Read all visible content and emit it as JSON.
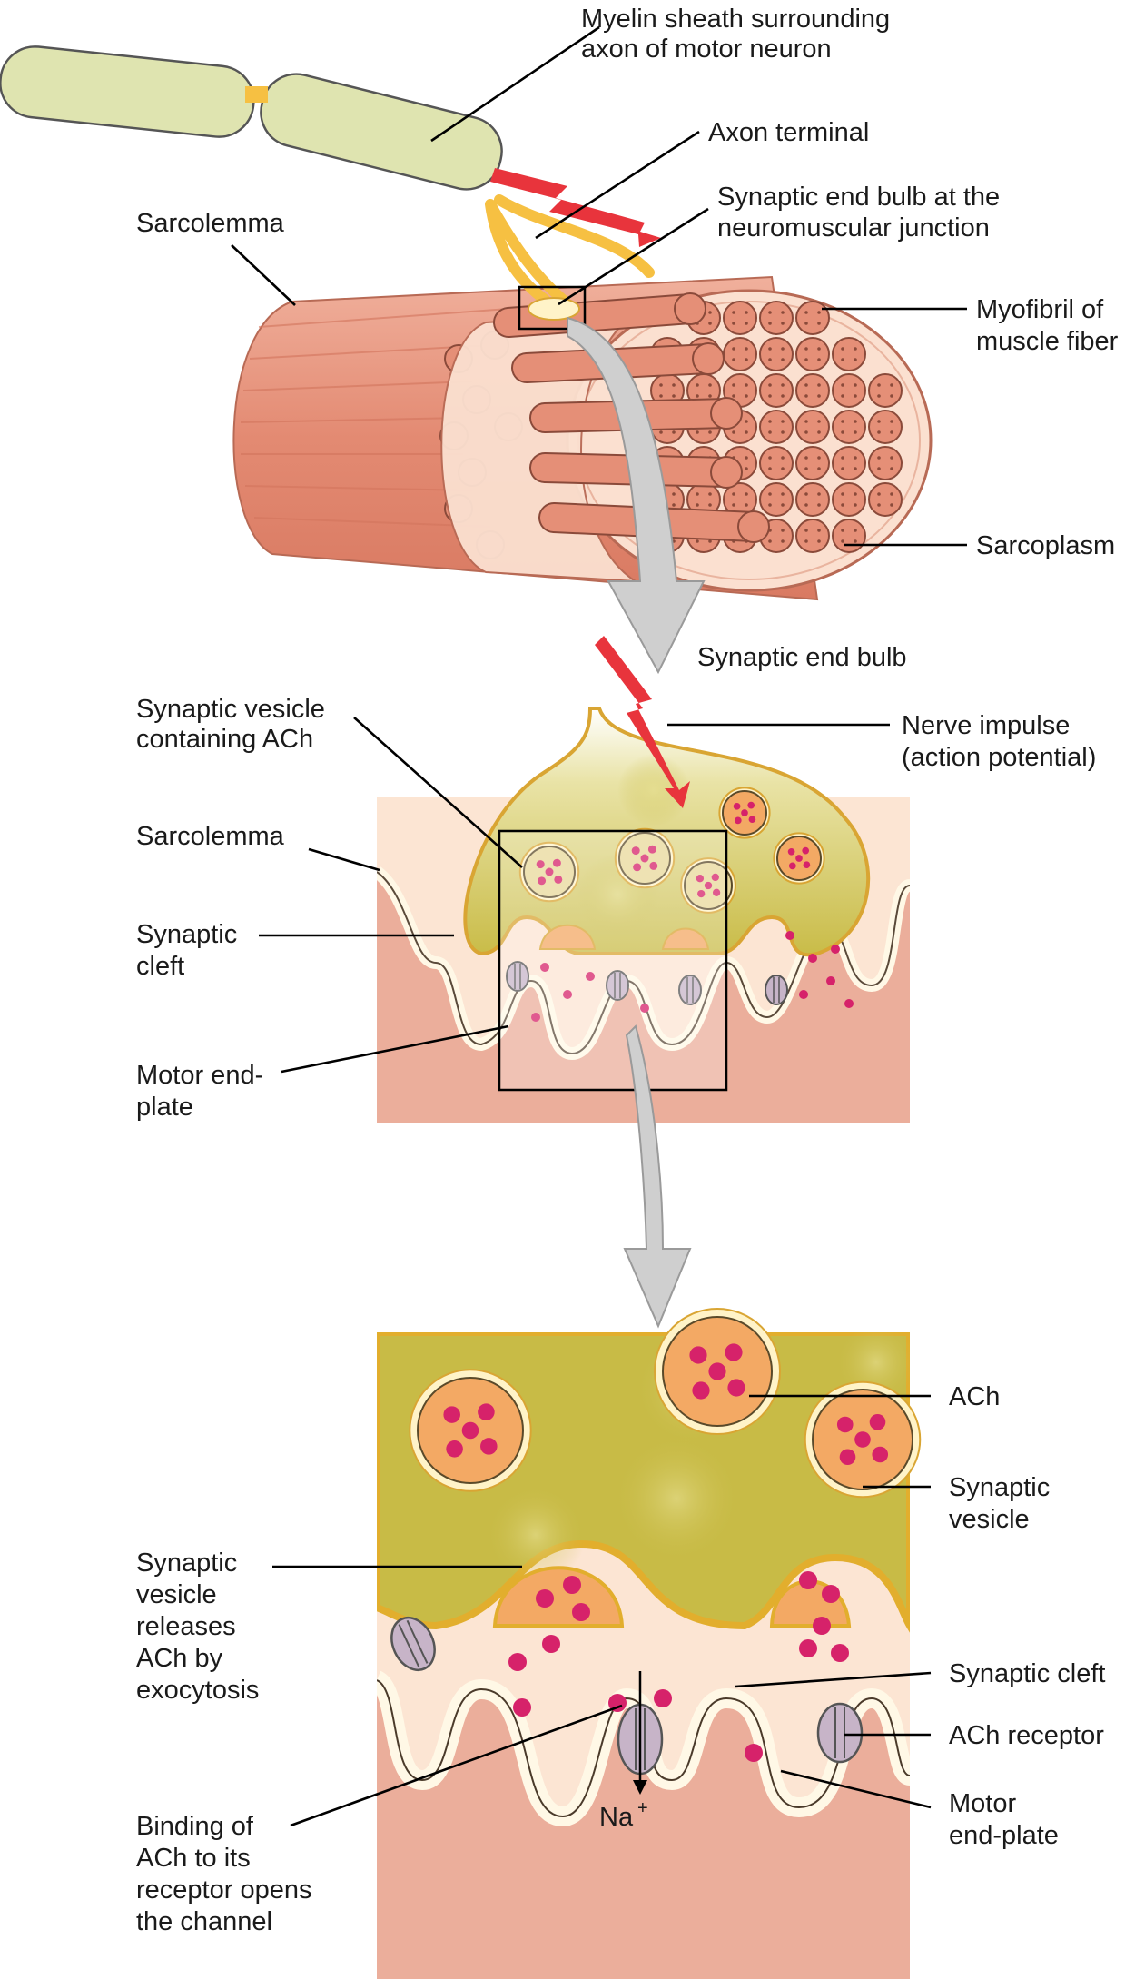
{
  "top_panel": {
    "labels": {
      "myelin_l1": "Myelin sheath surrounding",
      "myelin_l2": "axon of motor neuron",
      "axon_terminal": "Axon terminal",
      "end_bulb_l1": "Synaptic end bulb at the",
      "end_bulb_l2": "neuromuscular junction",
      "sarcolemma": "Sarcolemma",
      "myofibril_l1": "Myofibril of",
      "myofibril_l2": "muscle fiber",
      "sarcoplasm": "Sarcoplasm"
    }
  },
  "middle_panel": {
    "labels": {
      "end_bulb": "Synaptic end bulb",
      "vesicle_l1": "Synaptic vesicle",
      "vesicle_l2": "containing ACh",
      "impulse_l1": "Nerve impulse",
      "impulse_l2": "(action potential)",
      "sarcolemma": "Sarcolemma",
      "cleft_l1": "Synaptic",
      "cleft_l2": "cleft",
      "endplate_l1": "Motor end-",
      "endplate_l2": "plate"
    }
  },
  "bottom_panel": {
    "labels": {
      "ach": "ACh",
      "vesicle_l1": "Synaptic",
      "vesicle_l2": "vesicle",
      "release_l1": "Synaptic",
      "release_l2": "vesicle",
      "release_l3": "releases",
      "release_l4": "ACh by",
      "release_l5": "exocytosis",
      "cleft": "Synaptic cleft",
      "receptor": "ACh receptor",
      "endplate_l1": "Motor",
      "endplate_l2": "end-plate",
      "binding_l1": "Binding of",
      "binding_l2": "ACh to its",
      "binding_l3": "receptor opens",
      "binding_l4": "the channel",
      "ion": "Na",
      "ion_charge": "+"
    }
  },
  "colors": {
    "myelin": "#dfe4b0",
    "muscle": "#e58f77",
    "sarcoplasm": "#fbe0d0",
    "axon_terminal": "#f6c042",
    "end_bulb": "#c8bb46",
    "vesicle": "#f3a964",
    "ach": "#d6226a",
    "receptor": "#c7b4c8",
    "cleft": "#fce5d3",
    "muscle_tissue": "#ebae9b",
    "impulse": "#e8343c",
    "arrow": "#c9c9c9"
  }
}
